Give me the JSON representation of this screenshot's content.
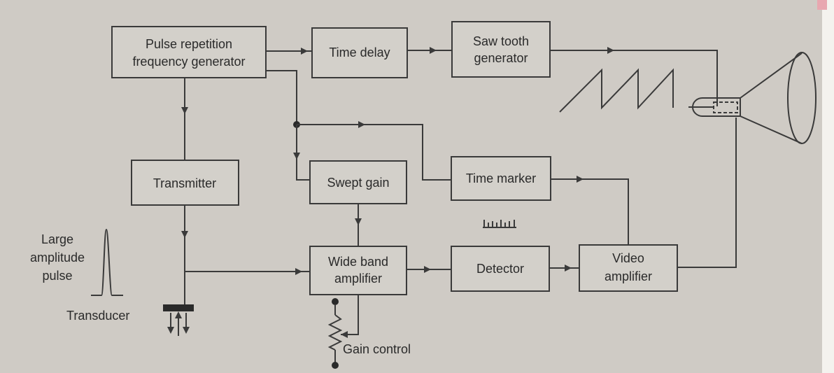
{
  "blocks": {
    "prf_generator": [
      "Pulse repetition",
      "frequency generator"
    ],
    "time_delay": "Time delay",
    "sawtooth_generator": [
      "Saw tooth",
      "generator"
    ],
    "transmitter": "Transmitter",
    "swept_gain": "Swept gain",
    "time_marker": "Time marker",
    "wide_band_amplifier": [
      "Wide band",
      "amplifier"
    ],
    "detector": "Detector",
    "video_amplifier": [
      "Video",
      "amplifier"
    ]
  },
  "labels": {
    "large_amplitude_pulse": [
      "Large",
      "amplitude",
      "pulse"
    ],
    "transducer": "Transducer",
    "gain_control": "Gain control"
  }
}
